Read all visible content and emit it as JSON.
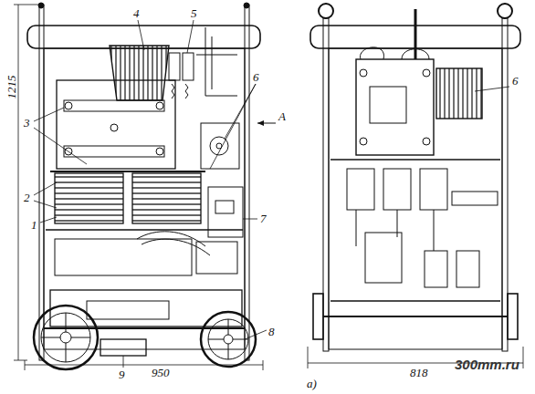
{
  "diagram": {
    "labels": [
      "1215",
      "4",
      "5",
      "3",
      "6",
      "2",
      "1",
      "А",
      "7",
      "8",
      "9",
      "950",
      "6",
      "818",
      "а)",
      "300mm.ru"
    ]
  }
}
